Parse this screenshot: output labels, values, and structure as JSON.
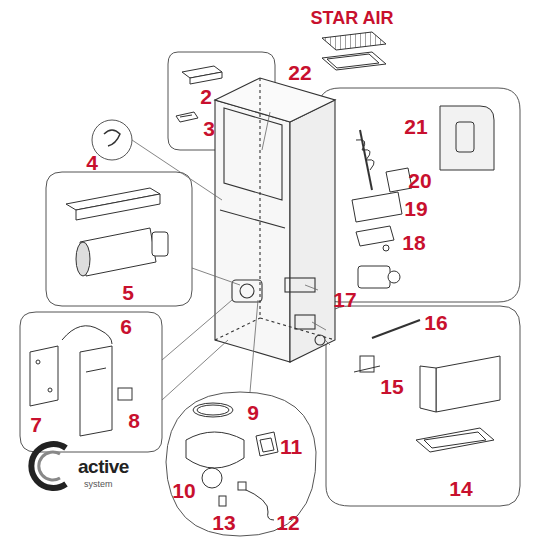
{
  "diagram": {
    "title": "STAR AIR",
    "labels": [
      "2",
      "3",
      "4",
      "5",
      "6",
      "7",
      "8",
      "9",
      "10",
      "11",
      "12",
      "13",
      "14",
      "15",
      "16",
      "17",
      "18",
      "19",
      "20",
      "21",
      "22",
      "active",
      "system"
    ]
  }
}
